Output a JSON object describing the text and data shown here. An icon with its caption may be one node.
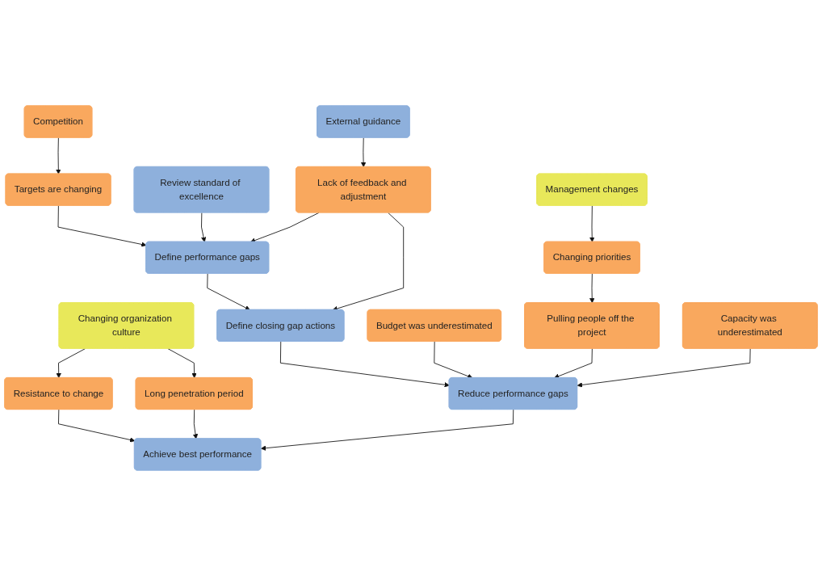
{
  "diagram": {
    "nodes": [
      {
        "text": [
          "Competition"
        ]
      },
      {
        "text": [
          "Changing organization culture"
        ]
      },
      {
        "text": [
          "Resistance to change"
        ]
      },
      {
        "text": [
          "Targets are changing"
        ]
      },
      {
        "text": [
          "Long penetration period"
        ]
      },
      {
        "text": [
          "Achieve best performance"
        ]
      },
      {
        "text": [
          "Review standard of excellence"
        ]
      },
      {
        "text": [
          "Define performance gaps"
        ]
      },
      {
        "text": [
          "Define closing gap actions"
        ]
      },
      {
        "text": [
          "Reduce performance gaps"
        ]
      },
      {
        "text": [
          "Lack of feedback and adjustment"
        ]
      },
      {
        "text": [
          "Budget was underestimated"
        ]
      },
      {
        "text": [
          "Pulling people off the project"
        ]
      },
      {
        "text": [
          "Capacity was underestimated"
        ]
      },
      {
        "text": [
          "External guidance"
        ]
      },
      {
        "text": [
          "Changing priorities"
        ]
      },
      {
        "text": [
          "Management changes"
        ]
      }
    ],
    "edges": [
      {
        "from": 0,
        "to": 3,
        "arrow": "to"
      },
      {
        "from": 1,
        "to": 2,
        "arrow": "to"
      },
      {
        "from": 1,
        "to": 4,
        "arrow": "to"
      },
      {
        "from": 2,
        "to": 5,
        "arrow": "to"
      },
      {
        "from": 3,
        "to": 7,
        "arrow": "to"
      },
      {
        "from": 4,
        "to": 5,
        "arrow": "to"
      },
      {
        "from": 6,
        "to": 7,
        "arrow": "to"
      },
      {
        "from": 7,
        "to": 8,
        "arrow": "to"
      },
      {
        "from": 8,
        "to": 9,
        "arrow": "to"
      },
      {
        "from": 9,
        "to": 5,
        "arrow": "to"
      },
      {
        "from": 10,
        "to": 7,
        "arrow": "to"
      },
      {
        "from": 10,
        "to": 8,
        "arrow": "to"
      },
      {
        "from": 11,
        "to": 9,
        "arrow": "to"
      },
      {
        "from": 12,
        "to": 9,
        "arrow": "to"
      },
      {
        "from": 13,
        "to": 9,
        "arrow": "to"
      },
      {
        "from": 14,
        "to": 10,
        "arrow": "to"
      },
      {
        "from": 15,
        "to": 12,
        "arrow": "to"
      },
      {
        "from": 16,
        "to": 15,
        "arrow": "to"
      }
    ]
  }
}
